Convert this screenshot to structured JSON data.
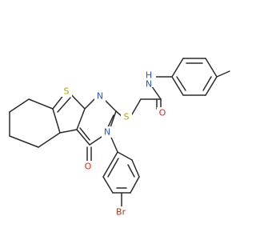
{
  "molecule": {
    "atoms": [
      {
        "id": "S1",
        "label": "S",
        "color": "#b5a300"
      },
      {
        "id": "N1",
        "label": "N",
        "color": "#2457d6"
      },
      {
        "id": "S2",
        "label": "S",
        "color": "#b5a300"
      },
      {
        "id": "O1",
        "label": "O",
        "color": "#e0261b"
      },
      {
        "id": "NH",
        "label": "N",
        "sub": "H",
        "color": "#2457d6"
      },
      {
        "id": "N2",
        "label": "N",
        "color": "#2457d6"
      },
      {
        "id": "O2",
        "label": "O",
        "color": "#e0261b"
      },
      {
        "id": "Br",
        "label": "Br",
        "color": "#9a3f1b"
      }
    ]
  }
}
